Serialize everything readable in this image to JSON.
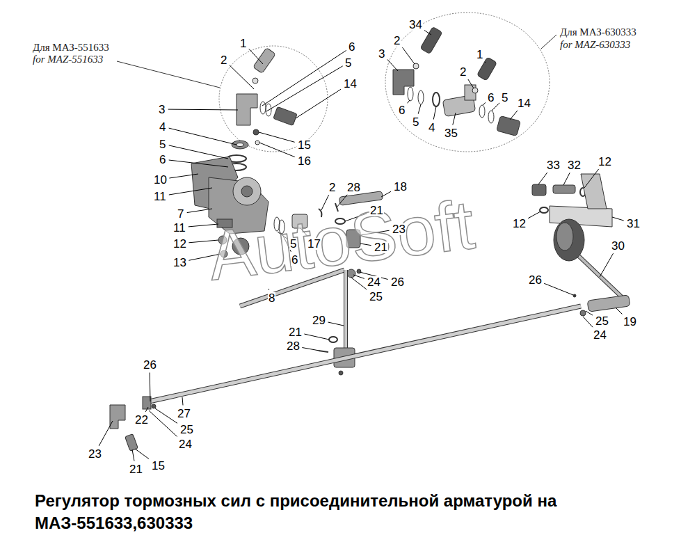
{
  "diagram": {
    "title": "Регулятор тормозных сил с присоединительной арматурой на МАЗ-551633,630333",
    "labels": [
      "Для МАЗ-551633",
      "for MAZ-551633",
      "Для МАЗ-630333",
      "for MAZ-630333",
      "AutoSoft",
      "1",
      "2",
      "6",
      "5",
      "3",
      "14",
      "4",
      "15",
      "5",
      "16",
      "6",
      "10",
      "11",
      "7",
      "11",
      "12",
      "13",
      "5",
      "17",
      "6",
      "2",
      "28",
      "18",
      "21",
      "23",
      "21",
      "8",
      "24",
      "26",
      "25",
      "29",
      "21",
      "28",
      "26",
      "27",
      "22",
      "25",
      "24",
      "23",
      "21",
      "15",
      "34",
      "2",
      "3",
      "1",
      "2",
      "6",
      "5",
      "14",
      "6",
      "5",
      "4",
      "35",
      "33",
      "32",
      "12",
      "12",
      "31",
      "30",
      "26",
      "25",
      "19",
      "24"
    ]
  }
}
